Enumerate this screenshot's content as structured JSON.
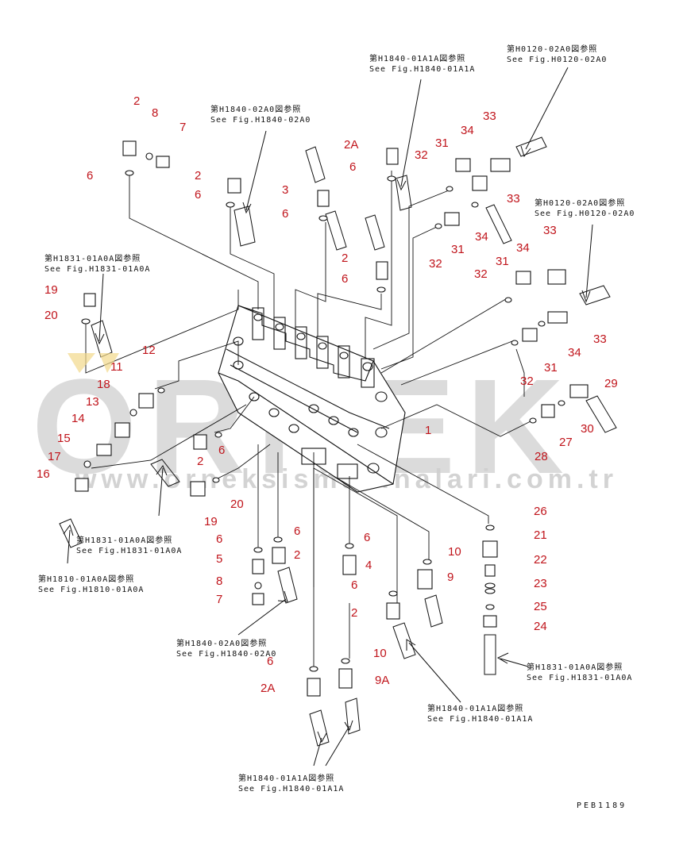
{
  "watermark": {
    "brand": "ORNEK",
    "url": "www.orneksismakinalari.com.tr"
  },
  "drawing_code": "PEB1189",
  "refs": [
    {
      "id": "r-h1840-01a1a-top",
      "jp": "第H1840-01A1A図参照",
      "en": "See Fig.H1840-01A1A"
    },
    {
      "id": "r-h0120-02a0-top",
      "jp": "第H0120-02A0図参照",
      "en": "See Fig.H0120-02A0"
    },
    {
      "id": "r-h1840-02a0-top",
      "jp": "第H1840-02A0図参照",
      "en": "See Fig.H1840-02A0"
    },
    {
      "id": "r-h0120-02a0-right",
      "jp": "第H0120-02A0図参照",
      "en": "See Fig.H0120-02A0"
    },
    {
      "id": "r-h1831-01a0a-left",
      "jp": "第H1831-01A0A図参照",
      "en": "See Fig.H1831-01A0A"
    },
    {
      "id": "r-h1831-01a0a-mid",
      "jp": "第H1831-01A0A図参照",
      "en": "See Fig.H1831-01A0A"
    },
    {
      "id": "r-h1810-01a0a",
      "jp": "第H1810-01A0A図参照",
      "en": "See Fig.H1810-01A0A"
    },
    {
      "id": "r-h1840-02a0-bottom",
      "jp": "第H1840-02A0図参照",
      "en": "See Fig.H1840-02A0"
    },
    {
      "id": "r-h1831-01a0a-right",
      "jp": "第H1831-01A0A図参照",
      "en": "See Fig.H1831-01A0A"
    },
    {
      "id": "r-h1840-01a1a-mid",
      "jp": "第H1840-01A1A図参照",
      "en": "See Fig.H1840-01A1A"
    },
    {
      "id": "r-h1840-01a1a-bottom",
      "jp": "第H1840-01A1A図参照",
      "en": "See Fig.H1840-01A1A"
    }
  ],
  "callouts": [
    {
      "id": "c-2-a",
      "text": "2"
    },
    {
      "id": "c-8-a",
      "text": "8"
    },
    {
      "id": "c-7-a",
      "text": "7"
    },
    {
      "id": "c-6-a",
      "text": "6"
    },
    {
      "id": "c-2-b",
      "text": "2"
    },
    {
      "id": "c-6-b",
      "text": "6"
    },
    {
      "id": "c-2a-top",
      "text": "2A"
    },
    {
      "id": "c-6-c",
      "text": "6"
    },
    {
      "id": "c-32-top",
      "text": "32"
    },
    {
      "id": "c-3",
      "text": "3"
    },
    {
      "id": "c-6-d",
      "text": "6"
    },
    {
      "id": "c-2-c",
      "text": "2"
    },
    {
      "id": "c-6-e",
      "text": "6"
    },
    {
      "id": "c-31-a",
      "text": "31"
    },
    {
      "id": "c-34-a",
      "text": "34"
    },
    {
      "id": "c-33-a",
      "text": "33"
    },
    {
      "id": "c-33-b",
      "text": "33"
    },
    {
      "id": "c-32-a",
      "text": "32"
    },
    {
      "id": "c-31-b",
      "text": "31"
    },
    {
      "id": "c-34-b",
      "text": "34"
    },
    {
      "id": "c-33-c",
      "text": "33"
    },
    {
      "id": "c-34-c",
      "text": "34"
    },
    {
      "id": "c-31-c",
      "text": "31"
    },
    {
      "id": "c-32-b",
      "text": "32"
    },
    {
      "id": "c-33-d",
      "text": "33"
    },
    {
      "id": "c-34-d",
      "text": "34"
    },
    {
      "id": "c-31-d",
      "text": "31"
    },
    {
      "id": "c-32-c",
      "text": "32"
    },
    {
      "id": "c-19-a",
      "text": "19"
    },
    {
      "id": "c-20-a",
      "text": "20"
    },
    {
      "id": "c-12",
      "text": "12"
    },
    {
      "id": "c-11",
      "text": "11"
    },
    {
      "id": "c-18",
      "text": "18"
    },
    {
      "id": "c-13",
      "text": "13"
    },
    {
      "id": "c-14",
      "text": "14"
    },
    {
      "id": "c-15",
      "text": "15"
    },
    {
      "id": "c-17",
      "text": "17"
    },
    {
      "id": "c-16",
      "text": "16"
    },
    {
      "id": "c-2-d",
      "text": "2"
    },
    {
      "id": "c-6-f",
      "text": "6"
    },
    {
      "id": "c-20-b",
      "text": "20"
    },
    {
      "id": "c-19-b",
      "text": "19"
    },
    {
      "id": "c-1",
      "text": "1"
    },
    {
      "id": "c-29",
      "text": "29"
    },
    {
      "id": "c-30",
      "text": "30"
    },
    {
      "id": "c-27",
      "text": "27"
    },
    {
      "id": "c-28",
      "text": "28"
    },
    {
      "id": "c-26",
      "text": "26"
    },
    {
      "id": "c-21",
      "text": "21"
    },
    {
      "id": "c-22",
      "text": "22"
    },
    {
      "id": "c-23",
      "text": "23"
    },
    {
      "id": "c-25",
      "text": "25"
    },
    {
      "id": "c-24",
      "text": "24"
    },
    {
      "id": "c-6-g",
      "text": "6"
    },
    {
      "id": "c-5",
      "text": "5"
    },
    {
      "id": "c-8-b",
      "text": "8"
    },
    {
      "id": "c-7-b",
      "text": "7"
    },
    {
      "id": "c-6-h",
      "text": "6"
    },
    {
      "id": "c-2-e",
      "text": "2"
    },
    {
      "id": "c-6-i",
      "text": "6"
    },
    {
      "id": "c-4",
      "text": "4"
    },
    {
      "id": "c-6-j",
      "text": "6"
    },
    {
      "id": "c-10-a",
      "text": "10"
    },
    {
      "id": "c-9",
      "text": "9"
    },
    {
      "id": "c-2-f",
      "text": "2"
    },
    {
      "id": "c-6-k",
      "text": "6"
    },
    {
      "id": "c-10-b",
      "text": "10"
    },
    {
      "id": "c-2a-bottom",
      "text": "2A"
    },
    {
      "id": "c-9a",
      "text": "9A"
    }
  ]
}
